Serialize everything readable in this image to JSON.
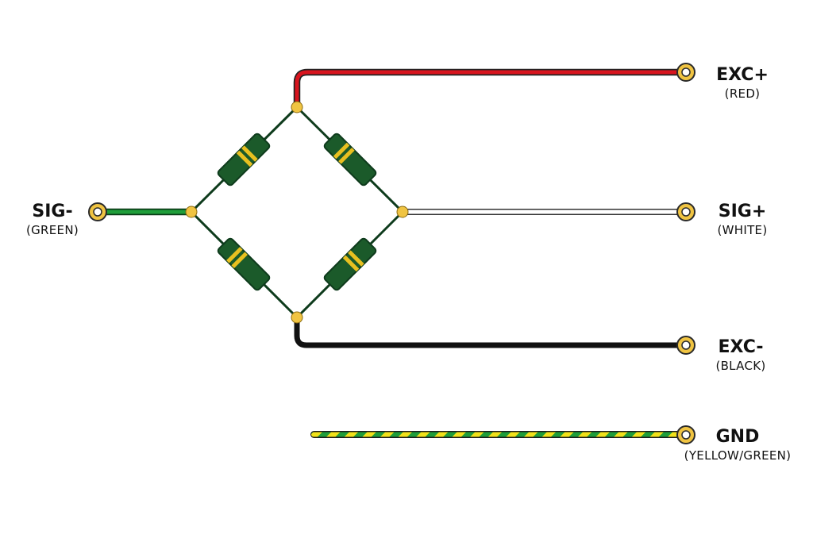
{
  "colors": {
    "red_wire": "#d8141e",
    "green_wire": "#1f9e3a",
    "white_wire": "#ffffff",
    "black_wire": "#111111",
    "gnd_green": "#1f9e3a",
    "gnd_yellow": "#f2e21a",
    "trace": "#0e3b1c",
    "resistor_body": "#1b5a2a",
    "resistor_band": "#e8c020",
    "pad": "#f0c442"
  },
  "terminals": {
    "exc_plus": {
      "label": "EXC+",
      "sub": "(RED)"
    },
    "sig_plus": {
      "label": "SIG+",
      "sub": "(WHITE)"
    },
    "exc_minus": {
      "label": "EXC-",
      "sub": "(BLACK)"
    },
    "gnd": {
      "label": "GND",
      "sub": "(YELLOW/GREEN)"
    },
    "sig_minus": {
      "label": "SIG-",
      "sub": "(GREEN)"
    }
  }
}
